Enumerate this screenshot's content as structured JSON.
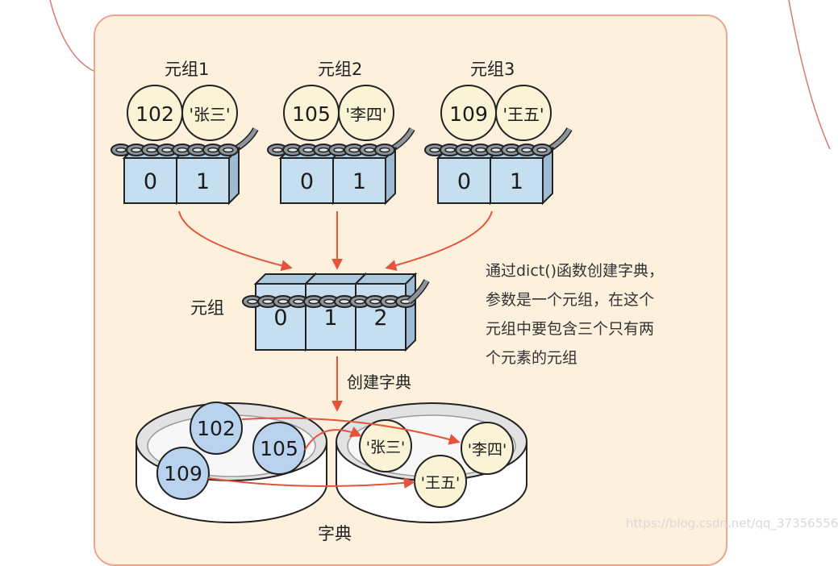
{
  "tuples": [
    {
      "title": "元组1",
      "key": "102",
      "value": "'张三'",
      "indices": [
        "0",
        "1"
      ]
    },
    {
      "title": "元组2",
      "key": "105",
      "value": "'李四'",
      "indices": [
        "0",
        "1"
      ]
    },
    {
      "title": "元组3",
      "key": "109",
      "value": "'王五'",
      "indices": [
        "0",
        "1"
      ]
    }
  ],
  "outer_tuple": {
    "label": "元组",
    "indices": [
      "0",
      "1",
      "2"
    ]
  },
  "arrow_label": "创建字典",
  "dictionary": {
    "label": "字典",
    "keys": [
      "102",
      "105",
      "109"
    ],
    "values": [
      "'张三'",
      "'李四'",
      "'王五'"
    ]
  },
  "note_lines": [
    "通过dict()函数创建字典，",
    "参数是一个元组，在这个",
    "元组中要包含三个只有两",
    "个元素的元组"
  ],
  "watermark": "https://blog.csdn.net/qq_37356556",
  "colors": {
    "panel_bg": "#fdf1de",
    "panel_border": "#e9a58e",
    "box_fill": "#c6dff0",
    "ball_fill": "#fbf3d6",
    "key_ball_fill": "#b9d3ee",
    "arrow": "#e4533c"
  }
}
